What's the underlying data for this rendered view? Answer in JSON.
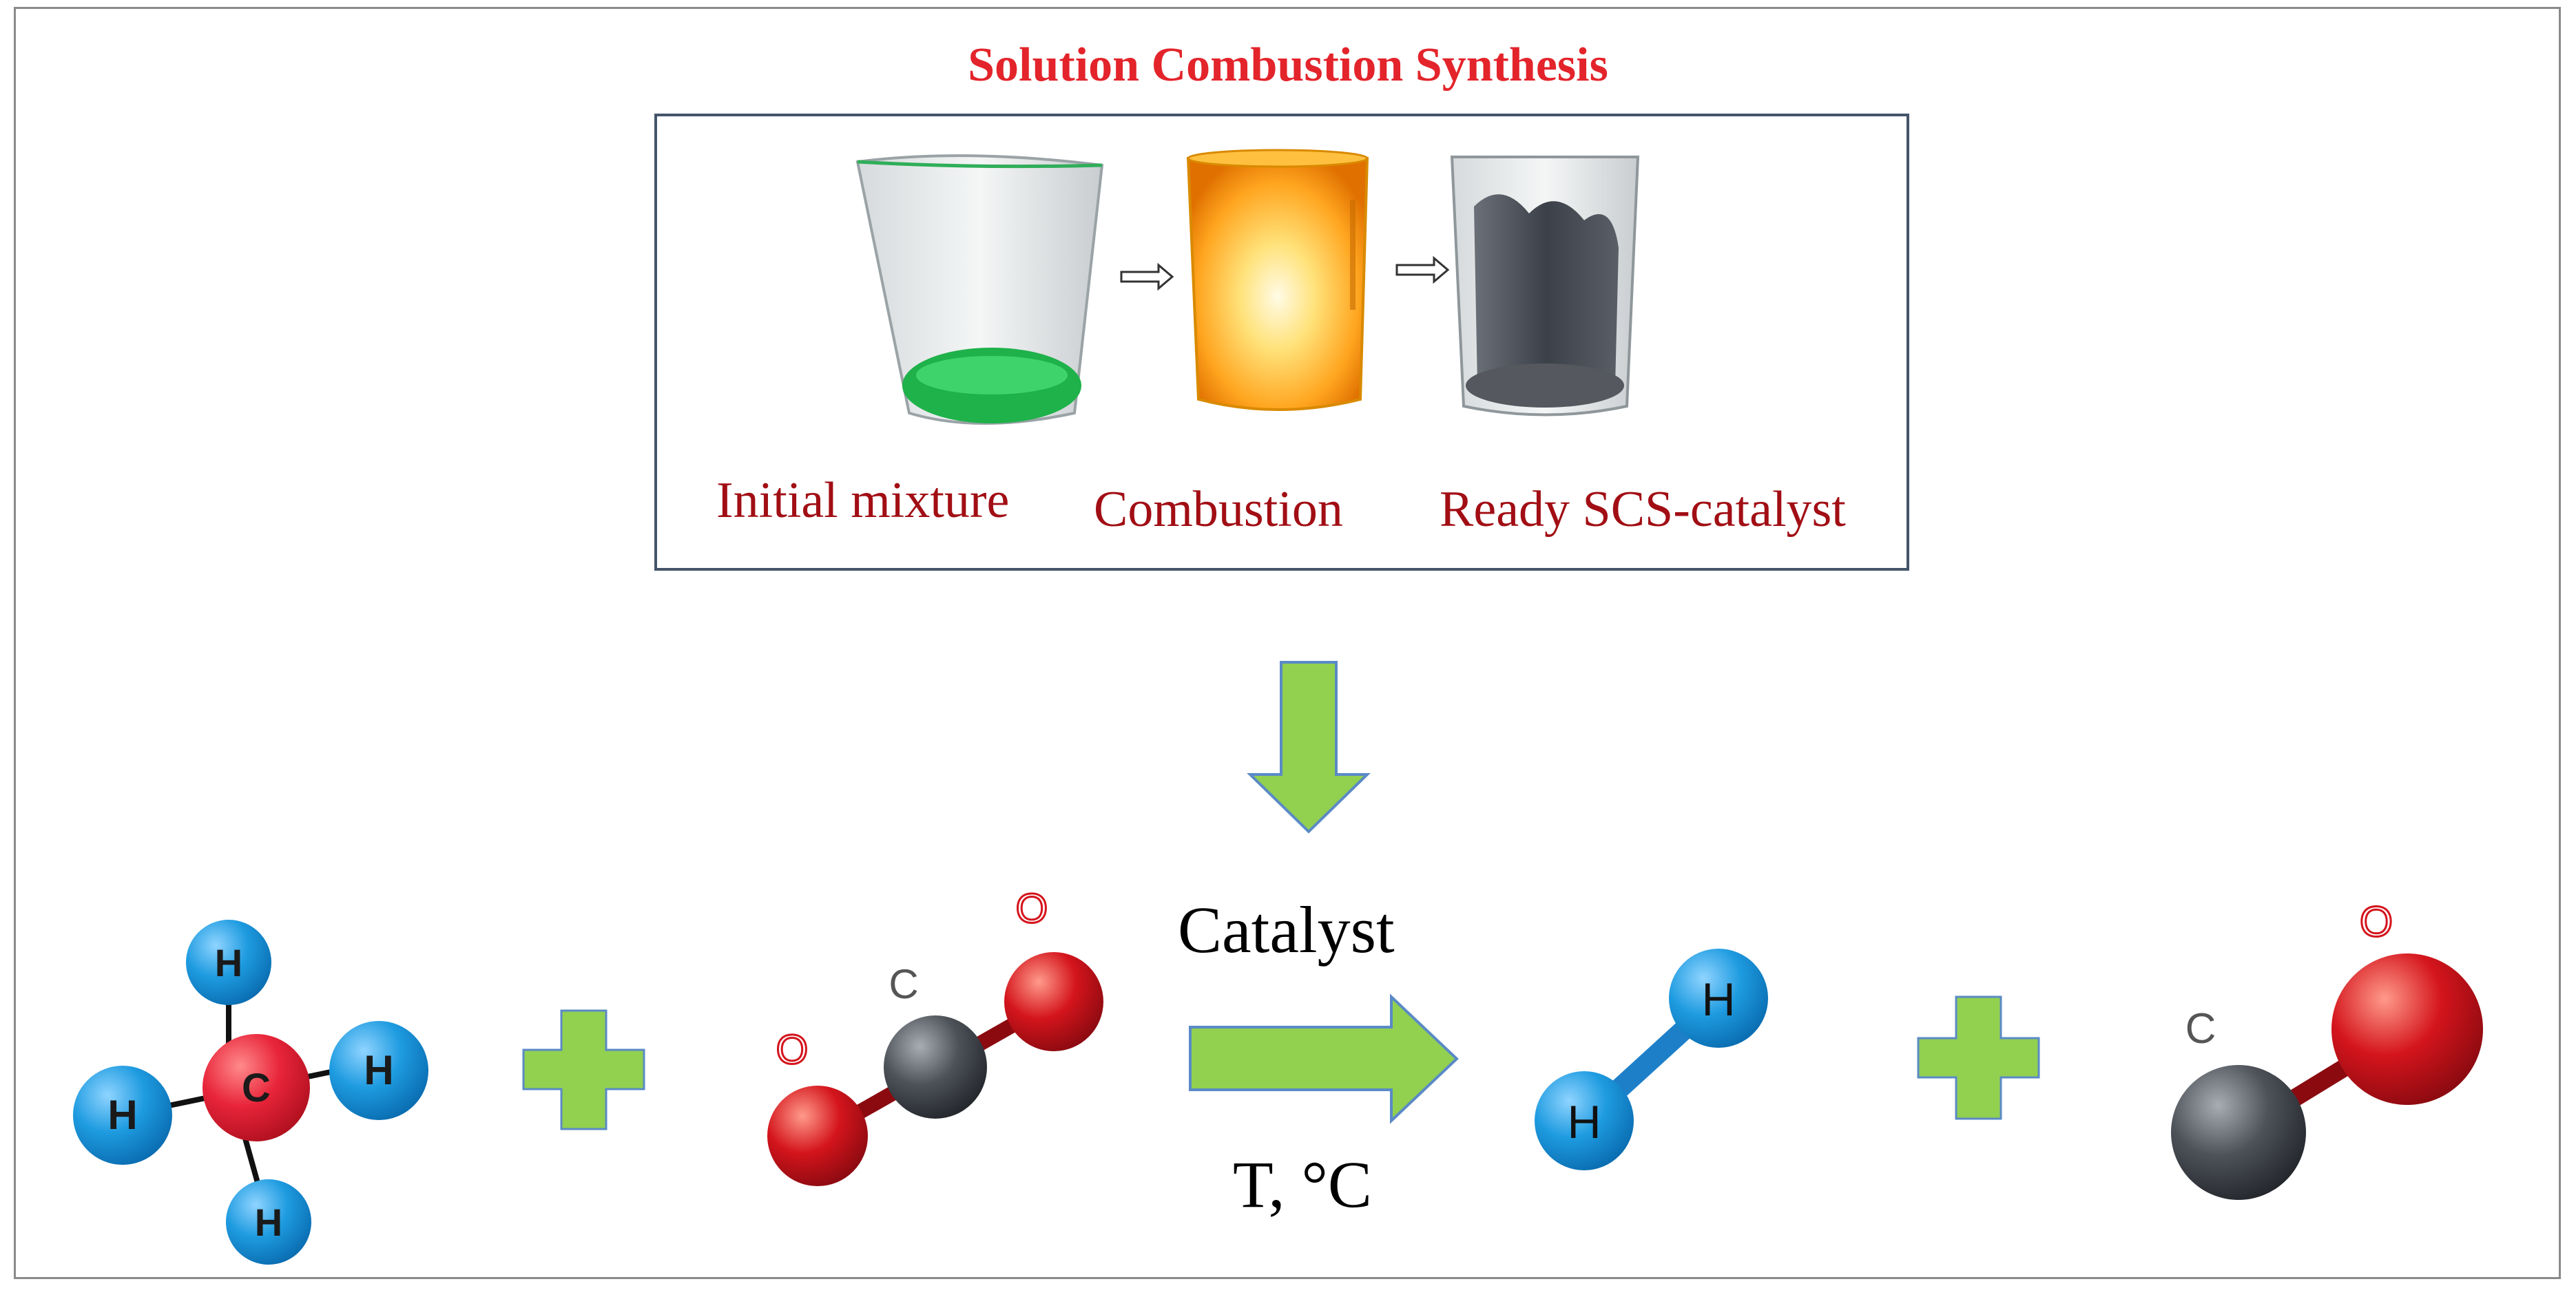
{
  "title": "Solution Combustion Synthesis",
  "steps": [
    {
      "caption": "Initial mixture"
    },
    {
      "caption": "Combustion"
    },
    {
      "caption": "Ready SCS-catalyst"
    }
  ],
  "reaction": {
    "above_arrow": "Catalyst",
    "below_arrow": "T, °C",
    "reactants": [
      "CH4",
      "CO2"
    ],
    "products": [
      "H2",
      "CO"
    ]
  },
  "atom_labels": {
    "hydrogen": "H",
    "carbon": "C",
    "oxygen": "O"
  },
  "colors": {
    "title": "#e3242b",
    "caption": "#a10e14",
    "arrow_fill": "#92d050",
    "arrow_stroke": "#5a8ac6",
    "box_border": "#44546a",
    "hydrogen": "#1e9be0",
    "carbon_methane": "#e8243a",
    "carbon": "#4d5259",
    "oxygen": "#d4141c"
  }
}
